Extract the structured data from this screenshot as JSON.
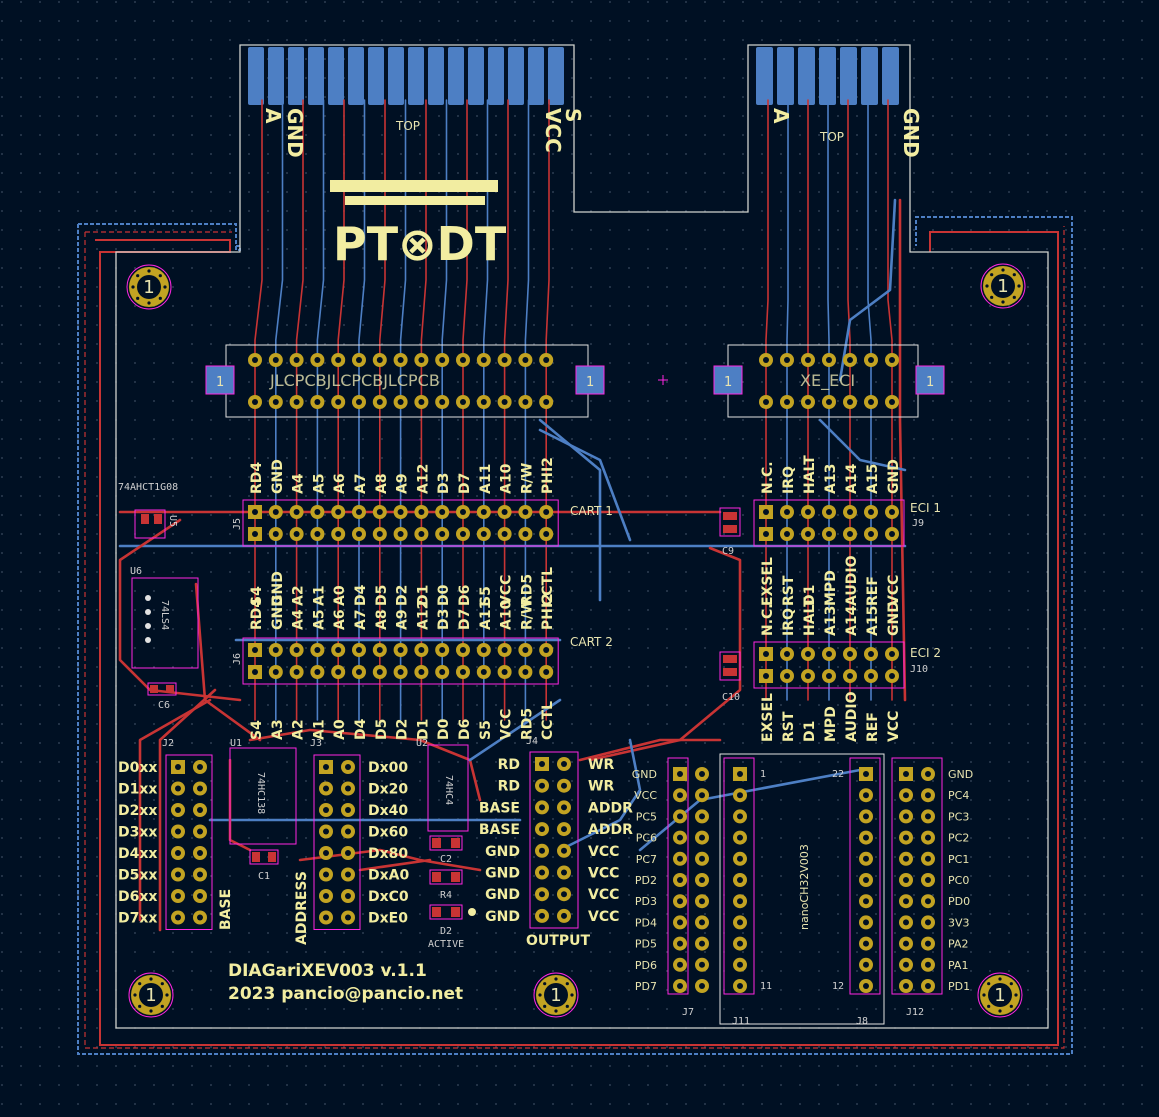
{
  "colors": {
    "background": "#001023",
    "grid_dot": "#3a4a5e",
    "edge_cuts": "#d0d2cd",
    "copper_front": "#c83434",
    "copper_back": "#4d7fc4",
    "pad_gold": "#c2a322",
    "silkscreen": "#f2eda1",
    "courtyard": "#ff26e2",
    "fab": "#e2e2e2"
  },
  "board": {
    "title_line1": "DIAGariXEV003 v.1.1",
    "title_line2": "2023 pancio@pancio.net",
    "logo_text": "PT⊗DT",
    "mounting_hole_label": "1",
    "top_label": "TOP"
  },
  "edge_connectors": {
    "cart": {
      "left_label": "A",
      "gnd_label": "GND",
      "vcc_label": "VCC",
      "right_label": "S",
      "finger_count": 16
    },
    "ecl": {
      "left_label": "A",
      "gnd_label": "GND",
      "finger_count": 7
    }
  },
  "slots": {
    "cart_slot_label": "JLCPCBJLCPCBJLCPCB",
    "ecl_slot_label": "XE_ECI",
    "slot_marker": "1"
  },
  "cart1": {
    "ref": "J5",
    "name": "CART 1",
    "top_labels": [
      "RD4",
      "GND",
      "A4",
      "A5",
      "A6",
      "A7",
      "A8",
      "A9",
      "A12",
      "D3",
      "D7",
      "A11",
      "A10",
      "R/W",
      "PHI2"
    ],
    "bottom_labels": [
      "S4",
      "GND",
      "A2",
      "A1",
      "A0",
      "D4",
      "D5",
      "D2",
      "D1",
      "D0",
      "D6",
      "S5",
      "VCC",
      "RD5",
      "CCTL"
    ]
  },
  "cart2": {
    "ref": "J6",
    "name": "CART 2",
    "top_labels": [
      "RD4",
      "GND",
      "A4",
      "A5",
      "A6",
      "A7",
      "A8",
      "A9",
      "A12",
      "D3",
      "D7",
      "A11",
      "A10",
      "R/W",
      "PHI2"
    ],
    "bottom_labels": [
      "S4",
      "A3",
      "A2",
      "A1",
      "A0",
      "D4",
      "D5",
      "D2",
      "D1",
      "D0",
      "D6",
      "S5",
      "VCC",
      "RD5",
      "CCTL"
    ]
  },
  "eci1": {
    "ref": "J9",
    "name": "ECI 1",
    "top_labels": [
      "N.C.",
      "IRQ",
      "HALT",
      "A13",
      "A14",
      "A15",
      "GND"
    ],
    "bottom_labels": [
      "EXSEL",
      "RST",
      "D1",
      "MPD",
      "AUDIO",
      "REF",
      "VCC"
    ]
  },
  "eci2": {
    "ref": "J10",
    "name": "ECI 2",
    "top_labels": [
      "N.C.",
      "IRQ",
      "HALT",
      "A13",
      "A14",
      "A15",
      "GND"
    ],
    "bottom_labels": [
      "EXSEL",
      "RST",
      "D1",
      "MPD",
      "AUDIO",
      "REF",
      "VCC"
    ]
  },
  "base_header": {
    "ref": "J2",
    "name": "BASE",
    "labels": [
      "D0xx",
      "D1xx",
      "D2xx",
      "D3xx",
      "D4xx",
      "D5xx",
      "D6xx",
      "D7xx"
    ]
  },
  "address_header": {
    "ref": "J3",
    "name": "ADDRESS",
    "labels": [
      "Dx00",
      "Dx20",
      "Dx40",
      "Dx60",
      "Dx80",
      "DxA0",
      "DxC0",
      "DxE0"
    ]
  },
  "output_header": {
    "ref": "J4",
    "name": "OUTPUT",
    "left_labels": [
      "RD",
      "RD",
      "BASE",
      "BASE",
      "GND",
      "GND",
      "GND",
      "GND"
    ],
    "right_labels": [
      "WR",
      "WR",
      "ADDR",
      "ADDR",
      "VCC",
      "VCC",
      "VCC",
      "VCC"
    ]
  },
  "nano": {
    "module_label": "nanoCH32V003",
    "left_labels": [
      "GND",
      "VCC",
      "PC5",
      "PC6",
      "PC7",
      "PD2",
      "PD3",
      "PD4",
      "PD5",
      "PD6",
      "PD7"
    ],
    "right_labels": [
      "GND",
      "PC4",
      "PC3",
      "PC2",
      "PC1",
      "PC0",
      "PD0",
      "3V3",
      "PA2",
      "PA1",
      "PD1"
    ],
    "refs": {
      "j7": "J7",
      "j11": "J11",
      "j8": "J8",
      "j12": "J12"
    },
    "pin_numbers": {
      "j11_top": "1",
      "j11_bottom": "11",
      "j8_top": "22",
      "j8_bottom": "12"
    }
  },
  "components": {
    "u1": {
      "ref": "U1",
      "value": "74HC138"
    },
    "u2": {
      "ref": "U2",
      "value": "74HC4"
    },
    "u5": {
      "ref": "U5",
      "value": "74AHCT1G08"
    },
    "u6": {
      "ref": "U6",
      "value": "74LS4"
    },
    "c1": "C1",
    "c2": "C2",
    "c6": "C6",
    "c9": "C9",
    "c10": "C10",
    "r4": "R4",
    "d2": {
      "ref": "D2",
      "label": "ACTIVE"
    }
  }
}
